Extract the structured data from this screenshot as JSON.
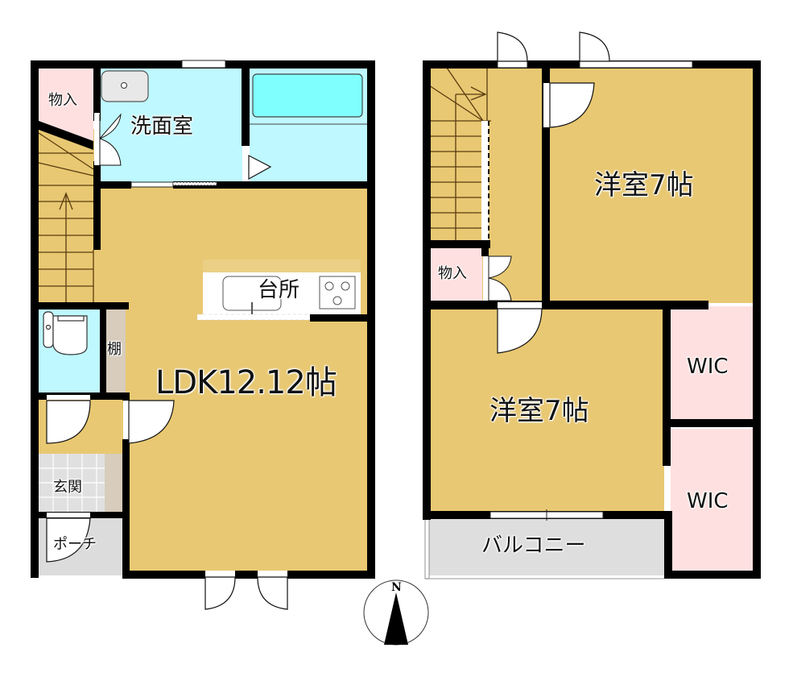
{
  "colors": {
    "wall": "#000000",
    "wood_floor": "#e8c872",
    "water_room": "#bff8ff",
    "bathtub": "#80ffff",
    "storage": "#ffe0e0",
    "entrance_tile": "#e0e0e0",
    "shelf": "#d8ccbc",
    "balcony": "#dedede",
    "fixture": "#ffffff"
  },
  "floor1": {
    "rooms": {
      "storage": "物入",
      "washroom": "洗面室",
      "kitchen": "台所",
      "shelf": "棚",
      "ldk": "LDK12.12帖",
      "genkan": "玄関",
      "porch": "ポーチ"
    }
  },
  "floor2": {
    "rooms": {
      "western_room_north": "洋室7帖",
      "storage": "物入",
      "western_room_south": "洋室7帖",
      "wic_upper": "WIC",
      "wic_lower": "WIC",
      "balcony": "バルコニー"
    }
  },
  "compass": {
    "north_label": "N"
  }
}
